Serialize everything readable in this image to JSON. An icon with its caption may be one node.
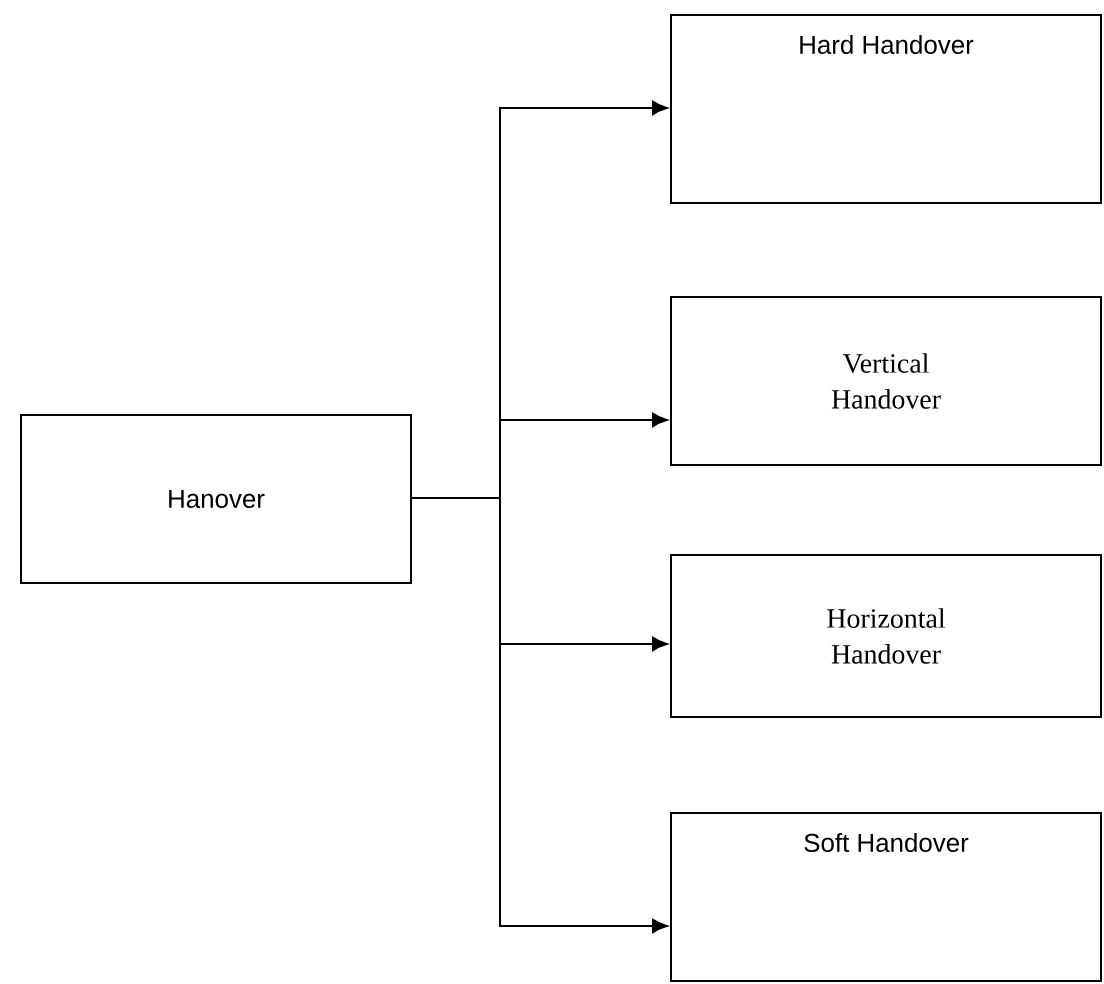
{
  "diagram": {
    "nodes": [
      {
        "text": [
          "Hanover"
        ]
      },
      {
        "text": [
          "Hard Handover"
        ]
      },
      {
        "text": [
          "Vertical Handover"
        ]
      },
      {
        "text": [
          "Horizontal Handover"
        ]
      },
      {
        "text": [
          "Soft Handover"
        ]
      }
    ],
    "edges": [
      {
        "from": 0,
        "to": 1,
        "arrow": "to"
      },
      {
        "from": 0,
        "to": 2,
        "arrow": "to"
      },
      {
        "from": 0,
        "to": 3,
        "arrow": "to"
      },
      {
        "from": 0,
        "to": 4,
        "arrow": "to"
      }
    ]
  }
}
